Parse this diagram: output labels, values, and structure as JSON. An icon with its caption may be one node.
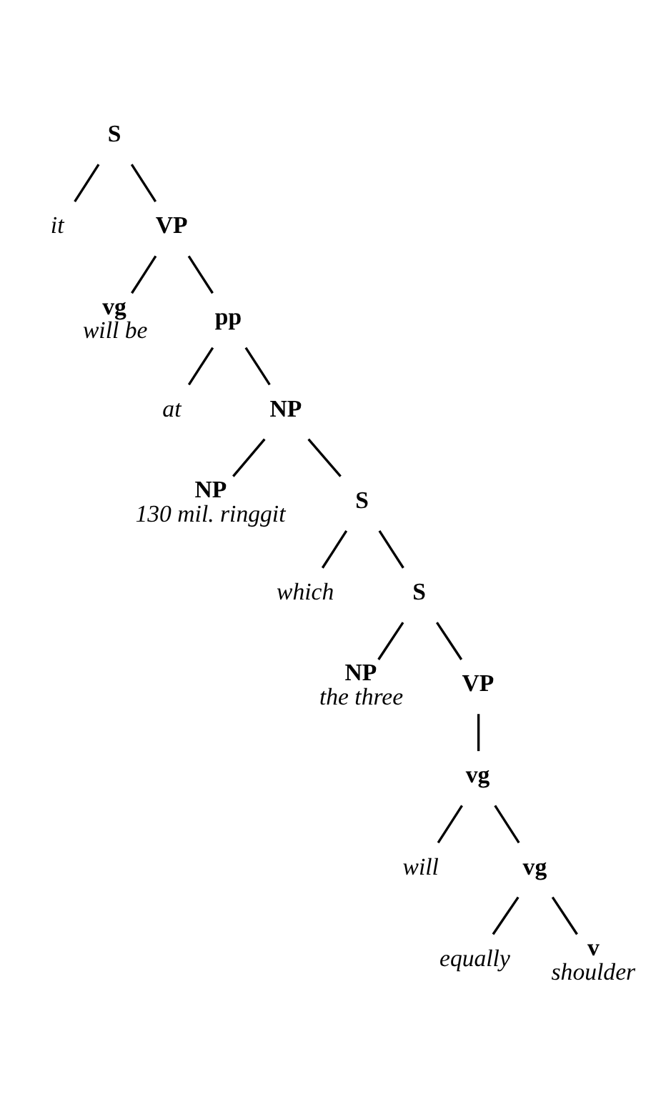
{
  "diagram": {
    "nodes": [
      {
        "text": [
          "S"
        ]
      },
      {
        "text": [
          "it"
        ]
      },
      {
        "text": [
          "VP"
        ]
      },
      {
        "text": [
          "vg",
          "will be"
        ]
      },
      {
        "text": [
          "pp"
        ]
      },
      {
        "text": [
          "at"
        ]
      },
      {
        "text": [
          "NP"
        ]
      },
      {
        "text": [
          "NP",
          "130 mil. ringgit"
        ]
      },
      {
        "text": [
          "S"
        ]
      },
      {
        "text": [
          "which"
        ]
      },
      {
        "text": [
          "S"
        ]
      },
      {
        "text": [
          "NP",
          "the three"
        ]
      },
      {
        "text": [
          "VP"
        ]
      },
      {
        "text": [
          "vg"
        ]
      },
      {
        "text": [
          "will"
        ]
      },
      {
        "text": [
          "vg"
        ]
      },
      {
        "text": [
          "equally"
        ]
      },
      {
        "text": [
          "v",
          "shoulder"
        ]
      }
    ],
    "edges": [
      {
        "from": 0,
        "to": 1,
        "arrow": "none"
      },
      {
        "from": 0,
        "to": 2,
        "arrow": "none"
      },
      {
        "from": 2,
        "to": 3,
        "arrow": "none"
      },
      {
        "from": 2,
        "to": 4,
        "arrow": "none"
      },
      {
        "from": 4,
        "to": 5,
        "arrow": "none"
      },
      {
        "from": 4,
        "to": 6,
        "arrow": "none"
      },
      {
        "from": 6,
        "to": 7,
        "arrow": "none"
      },
      {
        "from": 6,
        "to": 8,
        "arrow": "none"
      },
      {
        "from": 8,
        "to": 9,
        "arrow": "none"
      },
      {
        "from": 8,
        "to": 10,
        "arrow": "none"
      },
      {
        "from": 10,
        "to": 11,
        "arrow": "none"
      },
      {
        "from": 10,
        "to": 12,
        "arrow": "none"
      },
      {
        "from": 12,
        "to": 13,
        "arrow": "none"
      },
      {
        "from": 13,
        "to": 14,
        "arrow": "none"
      },
      {
        "from": 13,
        "to": 15,
        "arrow": "none"
      },
      {
        "from": 15,
        "to": 16,
        "arrow": "none"
      },
      {
        "from": 15,
        "to": 17,
        "arrow": "none"
      }
    ]
  }
}
